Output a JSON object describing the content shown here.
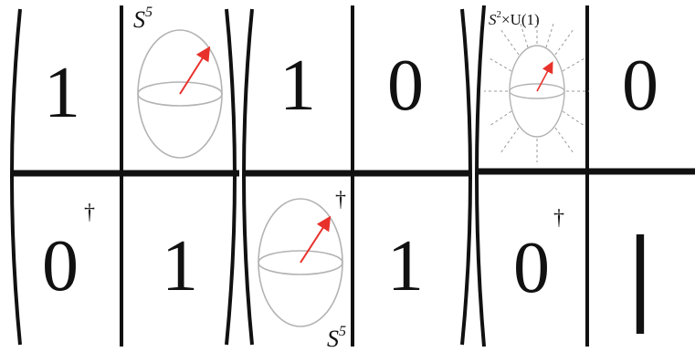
{
  "matrices": [
    {
      "cells": {
        "top_left": "1",
        "top_right_label": "S",
        "top_right_label_sup": "5",
        "bottom_left": "0",
        "bottom_left_sup": "†",
        "bottom_right": "1"
      }
    },
    {
      "cells": {
        "top_left": "1",
        "top_right": "0",
        "bottom_left_label": "S",
        "bottom_left_label_sup": "5",
        "bottom_left_sup": "†",
        "bottom_right": "1"
      }
    },
    {
      "cells": {
        "top_left_label_S": "S",
        "top_left_label_S_sup": "2",
        "top_left_label_rest": "×U(1)",
        "top_right": "0",
        "bottom_left": "0",
        "bottom_left_sup": "†",
        "bottom_right": "|"
      }
    }
  ],
  "colors": {
    "ink": "#111111",
    "sphere": "#b3b3b3",
    "arrow": "#e8312b",
    "rays": "#9a9a9a"
  },
  "icons": [
    "sphere-icon",
    "vector-arrow-icon",
    "radiating-sphere-icon"
  ]
}
